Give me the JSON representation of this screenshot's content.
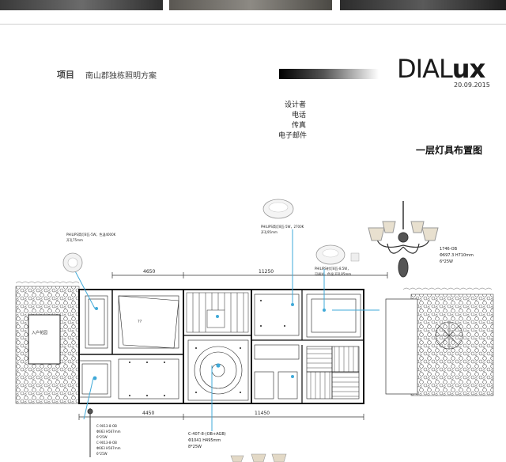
{
  "header": {
    "project_label": "项目",
    "project_name": "南山郡独栋照明方案",
    "brand_light": "DIAL",
    "brand_bold": "ux",
    "date": "20.09.2015",
    "fields": [
      "设计者",
      "电话",
      "传真",
      "电子邮件"
    ],
    "sheet_title": "一层灯具布置图"
  },
  "plan": {
    "dims_top": [
      "4650",
      "11250"
    ],
    "dims_bottom": [
      "4450",
      "11450"
    ],
    "room_labels": [
      "??",
      "入户花园"
    ],
    "callouts": {
      "philips_downlight_1": [
        "PHILIPS筒灯8瓦-5W，色温4000K",
        "开孔75mm"
      ],
      "philips_downlight_2": [
        "PHILIPS筒灯8瓦-5W，2700K",
        "开孔95mm"
      ],
      "philips_spotlight": [
        "PHILIPS射灯8瓦-8.5W，",
        "可调光，色温,开孔85mm"
      ],
      "chandelier_1746": [
        "1746-OB",
        "Φ697.3 H710mm",
        "6*25W"
      ],
      "pendant_c9013": [
        "C-9013-8-OB",
        "Φ663 H567mm",
        "6*25W",
        "C-9013-8-OB",
        "Φ663 H567mm",
        "6*25W"
      ],
      "pendant_c407": [
        "C-407-8-(OB+AGB)",
        "Φ1041 H495mm",
        "8*25W"
      ]
    }
  },
  "colors": {
    "accent_line": "#3fa9d8",
    "ink": "#222222"
  }
}
